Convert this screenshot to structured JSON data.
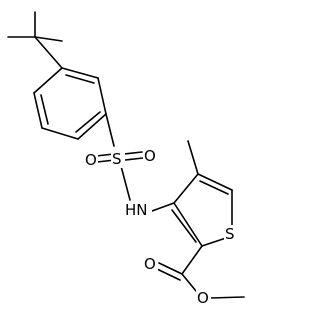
{
  "atoms": {
    "s_sulfonyl": "S",
    "o_sulfonyl_left": "O",
    "o_sulfonyl_right": "O",
    "nh": "HN",
    "s_thiophene": "S",
    "o_carbonyl": "O",
    "o_ester": "O"
  },
  "colors": {
    "bond": "#000000",
    "label": "#000000",
    "background": "#ffffff"
  }
}
